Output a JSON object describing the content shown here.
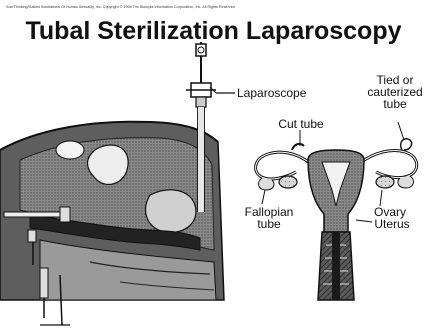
{
  "credit_line": "Sue/Thinking/Galileo Illustrations Of Human Sexuality, Inc. Copyright © 1998 The Biotopia Information Corporation, Inc. All Rights Reserved",
  "title": "Tubal Sterilization Laparoscopy",
  "labels": {
    "laparoscope": "Laparoscope",
    "tied_line1": "Tied or",
    "tied_line2": "cauterized",
    "tied_line3": "tube",
    "cut_tube": "Cut tube",
    "fallopian_line1": "Fallopian",
    "fallopian_line2": "tube",
    "ovary": "Ovary",
    "uterus": "Uterus"
  },
  "colors": {
    "ink": "#111111",
    "shade_dark": "#3a3a3a",
    "shade_mid": "#7a7a7a",
    "shade_light": "#c9c9c9",
    "paper": "#ffffff"
  }
}
